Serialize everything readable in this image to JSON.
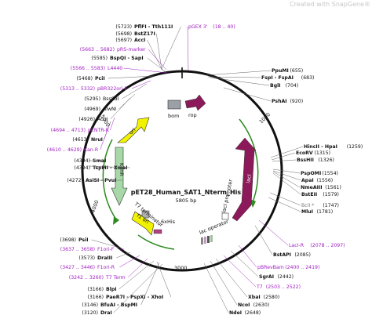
{
  "watermark": "Created with SnapGene®",
  "plasmid": {
    "name": "pET28_Human_SAT1_Nterm_His",
    "size": "5805 bp"
  },
  "ticks": {
    "t1000": "1000",
    "t3000": "3000",
    "t4000": "4000",
    "t5000": "5000"
  },
  "features": {
    "bom": "bom",
    "rop": "rop",
    "ori": "ori",
    "kanr": "KanR",
    "t7term": "T7 terminator",
    "f1ori": "f1 ori",
    "his": "6xHis",
    "lacop": "lac operator",
    "laci_prom": "lacI promoter",
    "laci": "lacI"
  },
  "left_labels": [
    {
      "pos": "(5723)",
      "name": "PflFI - Tth111I",
      "bold": true
    },
    {
      "pos": "(5698)",
      "name": "BstZ17I",
      "bold": true
    },
    {
      "pos": "(5697)",
      "name": "AccI",
      "bold": true
    },
    {
      "pos": "(5663 .. 5682)",
      "name": "pRS-marker",
      "primer": true
    },
    {
      "pos": "(5585)",
      "name": "BspQI - SapI",
      "bold": true
    },
    {
      "pos": "(5566 .. 5583)",
      "name": "L4440",
      "primer": true
    },
    {
      "pos": "(5468)",
      "name": "PciI",
      "bold": true
    },
    {
      "pos": "(5313 .. 5332)",
      "name": "pBR322ori-F",
      "primer": true
    },
    {
      "pos": "(5295)",
      "name": "BssSαI",
      "bold": false
    },
    {
      "pos": "(4969)",
      "name": "AlwNI",
      "bold": false
    },
    {
      "pos": "(4926)",
      "name": "AcuI",
      "bold": false
    },
    {
      "pos": "(4694 .. 4713)",
      "name": "pENTR-R",
      "primer": true
    },
    {
      "pos": "(4613)",
      "name": "NruI",
      "bold": true
    },
    {
      "pos": "(4610 .. 4629)",
      "name": "Kan-R",
      "primer": true
    },
    {
      "pos": "(4394)",
      "name": "SmaI",
      "bold": true
    },
    {
      "pos": "(4394)",
      "name": "TspMI - XmaI",
      "bold": true
    },
    {
      "pos": "(4272)",
      "name": "AsiSI - PvuI",
      "bold": true
    },
    {
      "pos": "(3698)",
      "name": "PsiI",
      "bold": true
    },
    {
      "pos": "(3637 .. 3658)",
      "name": "F1ori-F",
      "primer": true
    },
    {
      "pos": "(3573)",
      "name": "DraIII",
      "bold": true
    },
    {
      "pos": "(3427 .. 3446)",
      "name": "F1ori-R",
      "primer": true
    },
    {
      "pos": "(3242 .. 3260)",
      "name": "T7 Term",
      "primer": true
    },
    {
      "pos": "(3166)",
      "name": "BlpI",
      "bold": true
    },
    {
      "pos": "(3166)",
      "name": "PaeR7I - PspXI - XhoI",
      "bold": true
    },
    {
      "pos": "(3146)",
      "name": "BfuAI - BspMI",
      "bold": true
    },
    {
      "pos": "(3120)",
      "name": "DraI",
      "bold": true
    }
  ],
  "right_labels": [
    {
      "pos": "(18 .. 40)",
      "name": "pGEX 3'",
      "primer": true
    },
    {
      "pos": "(655)",
      "name": "PpuMI",
      "bold": true
    },
    {
      "pos": "(683)",
      "name": "FspI - FspAI",
      "bold": true
    },
    {
      "pos": "(704)",
      "name": "BglI",
      "bold": true
    },
    {
      "pos": "(920)",
      "name": "PshAI",
      "bold": true
    },
    {
      "pos": "(1259)",
      "name": "HincII - HpaI",
      "bold": true
    },
    {
      "pos": "(1315)",
      "name": "EcoRV",
      "bold": true
    },
    {
      "pos": "(1326)",
      "name": "BssHII",
      "bold": true
    },
    {
      "pos": "(1554)",
      "name": "PspOMI",
      "bold": true
    },
    {
      "pos": "(1556)",
      "name": "ApaI",
      "bold": true
    },
    {
      "pos": "(1561)",
      "name": "NmeAIII",
      "bold": true
    },
    {
      "pos": "(1579)",
      "name": "BstEII",
      "bold": true
    },
    {
      "pos": "(1747)",
      "name": "BclI *",
      "bold": false,
      "gray": true
    },
    {
      "pos": "(1781)",
      "name": "MluI",
      "bold": true
    },
    {
      "pos": "(2078 .. 2097)",
      "name": "LacI-R",
      "primer": true
    },
    {
      "pos": "(2085)",
      "name": "BstAPI",
      "bold": true
    },
    {
      "pos": "(2400 .. 2419)",
      "name": "pBRevBam",
      "primer": true
    },
    {
      "pos": "(2442)",
      "name": "SgrAI",
      "bold": true
    },
    {
      "pos": "(2503 .. 2522)",
      "name": "T7",
      "primer": true
    },
    {
      "pos": "(2580)",
      "name": "XbaI",
      "bold": true
    },
    {
      "pos": "(2630)",
      "name": "NcoI",
      "bold": true
    },
    {
      "pos": "(2648)",
      "name": "NdeI",
      "bold": true
    }
  ],
  "colors": {
    "backbone": "#111111",
    "ori": "#f2f200",
    "kanr": "#a8d8a8",
    "laci": "#8c1a5a",
    "rop": "#8c1a5a",
    "bom": "#9aa0a6",
    "arrows": "#2c8a1e",
    "primer": "#a020c0",
    "his": "#b04080"
  }
}
